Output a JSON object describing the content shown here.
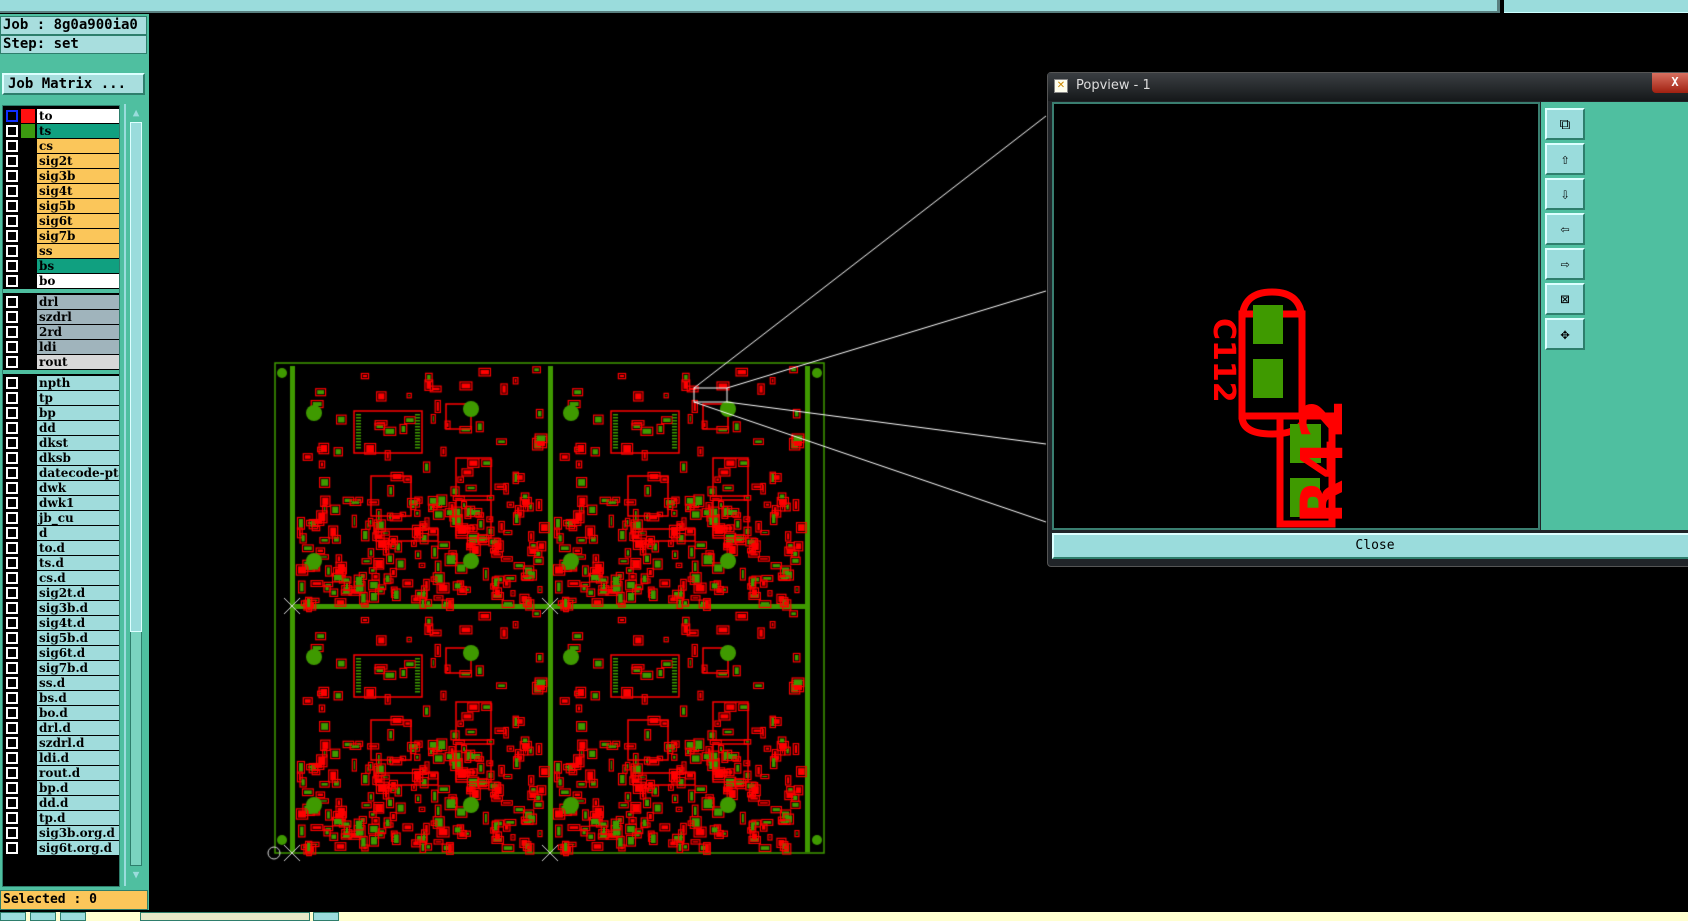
{
  "job": {
    "label": "Job : 8g0a900ia0",
    "step": "Step: set"
  },
  "job_matrix_button": "Job Matrix ...",
  "layers_group1": [
    {
      "name": "to",
      "bg": "#ffffff",
      "swatch": "#ff1010",
      "active": true
    },
    {
      "name": "ts",
      "bg": "#10a080",
      "swatch": "#3c9a10"
    },
    {
      "name": "cs",
      "bg": "#fbc65a"
    },
    {
      "name": "sig2t",
      "bg": "#fbc65a"
    },
    {
      "name": "sig3b",
      "bg": "#fbc65a"
    },
    {
      "name": "sig4t",
      "bg": "#fbc65a"
    },
    {
      "name": "sig5b",
      "bg": "#fbc65a"
    },
    {
      "name": "sig6t",
      "bg": "#fbc65a"
    },
    {
      "name": "sig7b",
      "bg": "#fbc65a"
    },
    {
      "name": "ss",
      "bg": "#fbc65a"
    },
    {
      "name": "bs",
      "bg": "#10a080"
    },
    {
      "name": "bo",
      "bg": "#ffffff"
    }
  ],
  "layers_group2": [
    {
      "name": "drl",
      "bg": "#a0b4bc"
    },
    {
      "name": "szdrl",
      "bg": "#a0b4bc"
    },
    {
      "name": "2rd",
      "bg": "#a0b4bc"
    },
    {
      "name": "ldi",
      "bg": "#a0b4bc"
    },
    {
      "name": "rout",
      "bg": "#d8d8d8"
    }
  ],
  "layers_group3": [
    "npth",
    "tp",
    "bp",
    "dd",
    "dkst",
    "dksb",
    "datecode-pte",
    "dwk",
    "dwk1",
    "jb_cu",
    "d",
    "to.d",
    "ts.d",
    "cs.d",
    "sig2t.d",
    "sig3b.d",
    "sig4t.d",
    "sig5b.d",
    "sig6t.d",
    "sig7b.d",
    "ss.d",
    "bs.d",
    "bo.d",
    "drl.d",
    "szdrl.d",
    "ldi.d",
    "rout.d",
    "bp.d",
    "dd.d",
    "tp.d",
    "sig3b.org.d",
    "sig6t.org.d"
  ],
  "selected": "Selected : 0",
  "popview": {
    "title": "Popview - 1",
    "close_x": "X",
    "close_button": "Close",
    "labels": {
      "c": "C112",
      "r": "R42"
    },
    "tools": [
      {
        "icon": "zoom-window-icon",
        "glyph": "⧉"
      },
      {
        "icon": "pan-up-icon",
        "glyph": "⇧"
      },
      {
        "icon": "pan-down-icon",
        "glyph": "⇩"
      },
      {
        "icon": "pan-left-icon",
        "glyph": "⇦"
      },
      {
        "icon": "pan-right-icon",
        "glyph": "⇨"
      },
      {
        "icon": "zoom-in-icon",
        "glyph": "⊠"
      },
      {
        "icon": "zoom-out-icon",
        "glyph": "✥"
      }
    ]
  },
  "colors": {
    "copper": "#ff0000",
    "pad": "#3f9a00",
    "panel": "#4fbfa0",
    "cyan": "#9adcdc"
  }
}
